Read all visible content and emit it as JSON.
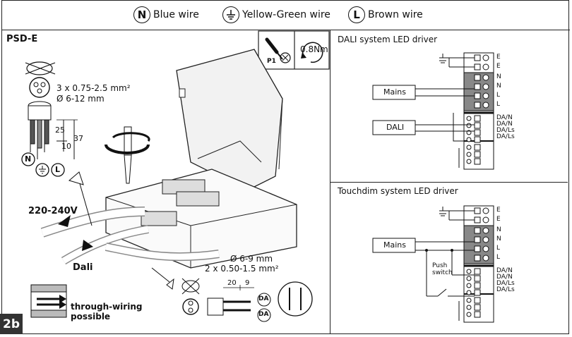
{
  "legend": {
    "neutral_symbol": "N",
    "neutral_label": "Blue wire",
    "earth_label": "Yellow-Green wire",
    "live_symbol": "L",
    "live_label": "Brown wire"
  },
  "left_panel": {
    "title": "PSD-E",
    "tool_label": "P1",
    "torque": "0.8Nm",
    "cable_spec_line1": "3 x 0.75-2.5 mm²",
    "cable_spec_line2": "Ø 6-12 mm",
    "dim_25": "25",
    "dim_37": "37",
    "dim_10": "10",
    "wire_n": "N",
    "wire_l": "L",
    "voltage_label": "220-240V",
    "dali_label": "Dali",
    "dali_spec_line1": "Ø 6-9 mm",
    "dali_spec_line2": "2 x 0.50-1.5 mm²",
    "dim_20": "20",
    "dim_9": "9",
    "da_label_1": "DA",
    "da_label_2": "DA",
    "through_wiring_line1": "through-wiring",
    "through_wiring_line2": "possible",
    "figure_badge": "2b"
  },
  "dali_panel": {
    "title": "DALI system LED driver",
    "mains_label": "Mains",
    "dali_label": "DALI",
    "terminals": [
      "E",
      "E",
      "N",
      "N",
      "L",
      "L",
      "DA/N",
      "DA/N",
      "DA/Ls",
      "DA/Ls"
    ]
  },
  "touchdim_panel": {
    "title": "Touchdim system LED driver",
    "mains_label": "Mains",
    "push_switch_line1": "Push",
    "push_switch_line2": "switch",
    "terminals": [
      "E",
      "E",
      "N",
      "N",
      "L",
      "L",
      "DA/N",
      "DA/N",
      "DA/Ls",
      "DA/Ls"
    ]
  }
}
